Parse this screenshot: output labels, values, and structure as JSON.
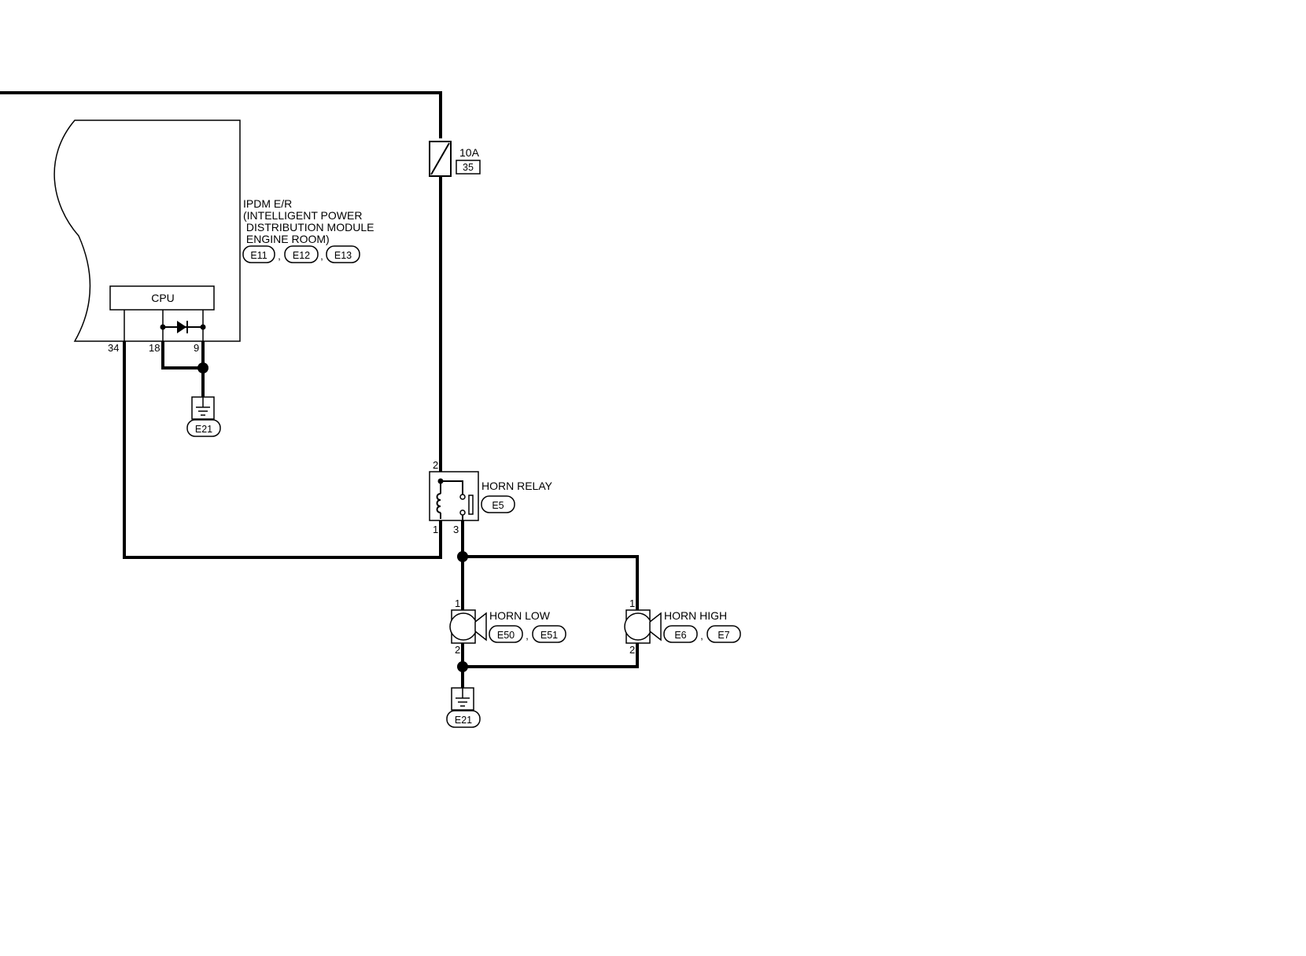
{
  "fuse": {
    "rating": "10A",
    "number": "35"
  },
  "ipdm": {
    "title_lines": [
      "IPDM E/R",
      "(INTELLIGENT POWER",
      " DISTRIBUTION MODULE",
      " ENGINE ROOM)"
    ],
    "connectors": [
      "E11",
      "E12",
      "E13"
    ],
    "cpu_label": "CPU",
    "pins": [
      "34",
      "18",
      "9"
    ]
  },
  "ground_top": {
    "connector": "E21"
  },
  "horn_relay": {
    "label": "HORN RELAY",
    "connector": "E5",
    "pins": {
      "top": "2",
      "bottom_left": "1",
      "bottom_right": "3"
    }
  },
  "horn_low": {
    "label": "HORN LOW",
    "connectors": [
      "E50",
      "E51"
    ],
    "pins": {
      "top": "1",
      "bottom": "2"
    }
  },
  "horn_high": {
    "label": "HORN HIGH",
    "connectors": [
      "E6",
      "E7"
    ],
    "pins": {
      "top": "1",
      "bottom": "2"
    }
  },
  "ground_bottom": {
    "connector": "E21"
  },
  "separator": ","
}
